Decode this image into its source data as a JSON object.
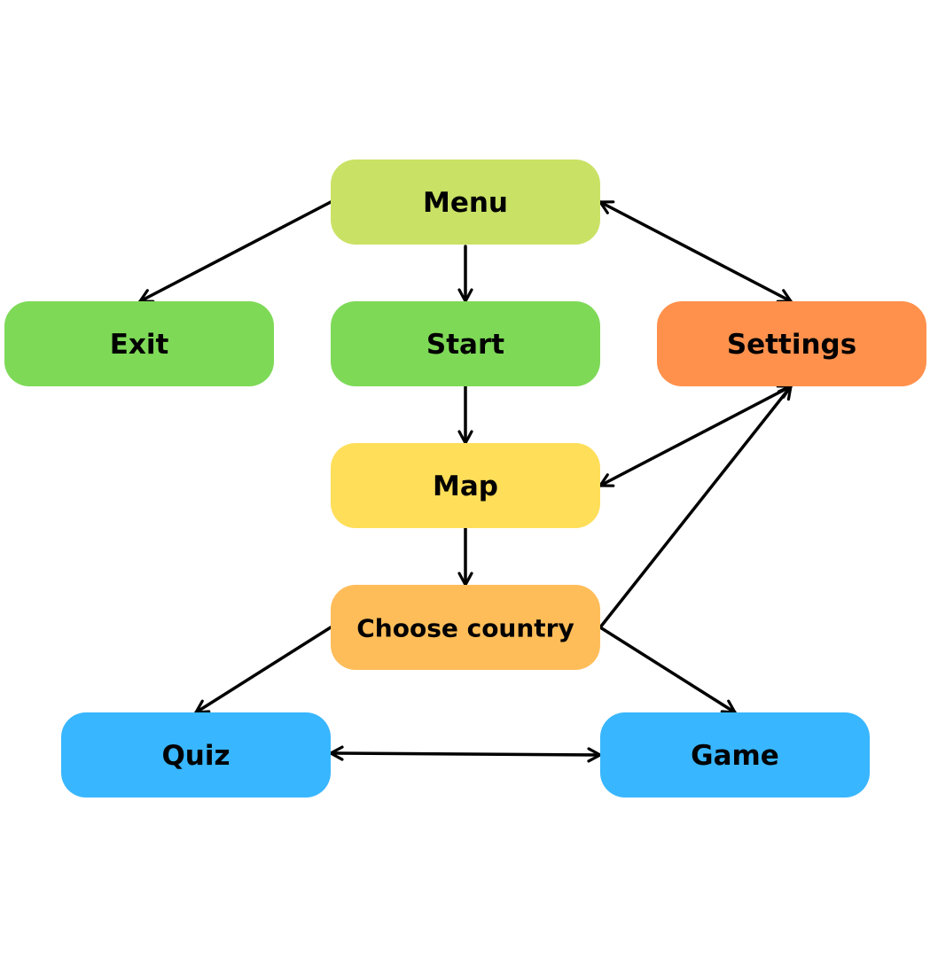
{
  "diagram": {
    "nodes": {
      "menu": {
        "label": "Menu",
        "color": "#C9E265"
      },
      "exit": {
        "label": "Exit",
        "color": "#7ED957"
      },
      "start": {
        "label": "Start",
        "color": "#7ED957"
      },
      "settings": {
        "label": "Settings",
        "color": "#FF914D"
      },
      "map": {
        "label": "Map",
        "color": "#FFDE59"
      },
      "choose": {
        "label": "Choose country",
        "color": "#FFBD59"
      },
      "quiz": {
        "label": "Quiz",
        "color": "#38B6FF"
      },
      "game": {
        "label": "Game",
        "color": "#38B6FF"
      }
    },
    "edges": [
      {
        "from": "menu",
        "to": "exit",
        "direction": "forward"
      },
      {
        "from": "menu",
        "to": "start",
        "direction": "forward"
      },
      {
        "from": "menu",
        "to": "settings",
        "direction": "both"
      },
      {
        "from": "start",
        "to": "map",
        "direction": "forward"
      },
      {
        "from": "settings",
        "to": "map",
        "direction": "both"
      },
      {
        "from": "map",
        "to": "choose",
        "direction": "forward"
      },
      {
        "from": "choose",
        "to": "settings",
        "direction": "forward"
      },
      {
        "from": "choose",
        "to": "quiz",
        "direction": "forward"
      },
      {
        "from": "choose",
        "to": "game",
        "direction": "forward"
      },
      {
        "from": "quiz",
        "to": "game",
        "direction": "both"
      }
    ]
  }
}
